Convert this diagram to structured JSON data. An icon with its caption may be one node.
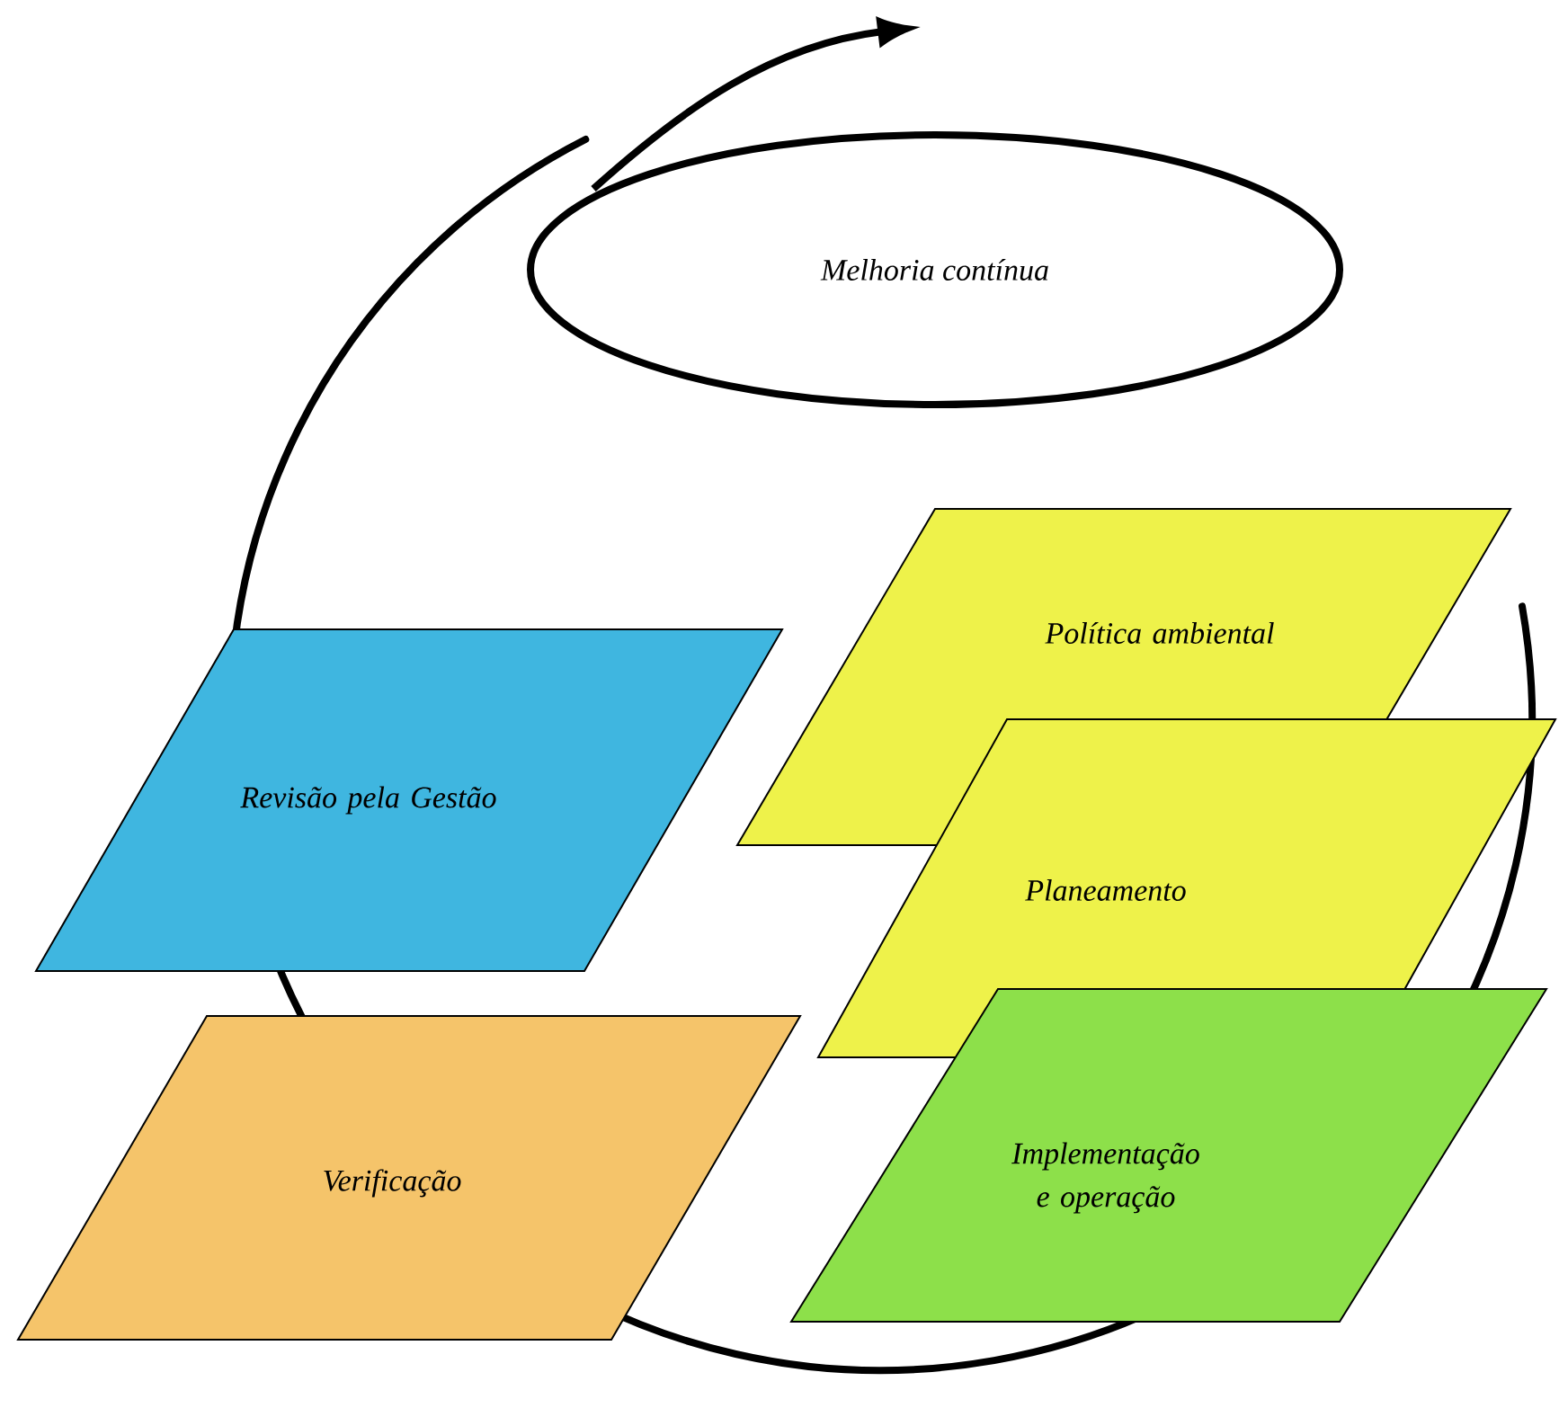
{
  "diagram": {
    "nodes": [
      {
        "text": [
          "Melhoria contínua"
        ]
      },
      {
        "text": [
          "Política ambiental"
        ]
      },
      {
        "text": [
          "Revisão pela Gestão"
        ]
      },
      {
        "text": [
          "Planeamento"
        ]
      },
      {
        "text": [
          "Verificação"
        ]
      },
      {
        "text": [
          "Implementação e operação"
        ]
      }
    ]
  }
}
